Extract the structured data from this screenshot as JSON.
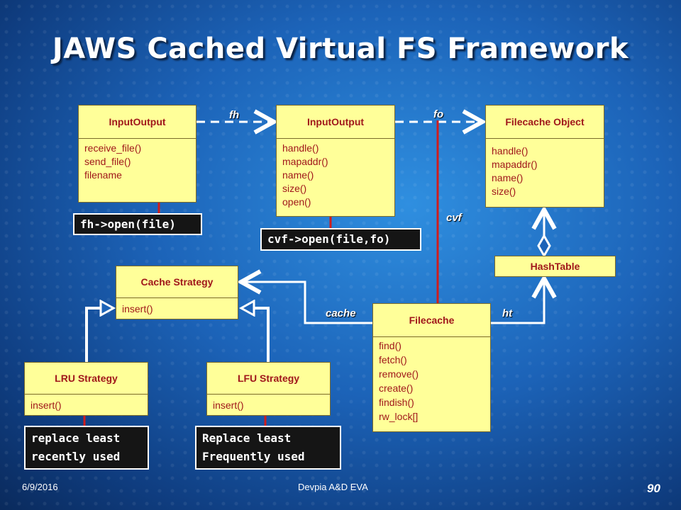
{
  "title": "JAWS Cached Virtual FS Framework",
  "colors": {
    "box_fill": "#ffff99",
    "box_text": "#a0171b",
    "connector": "#ffffff",
    "pointer_line": "#d01c1c",
    "note_bg": "#151515"
  },
  "classes": {
    "io_left": {
      "name": "InputOutput",
      "members": [
        "receive_file()",
        "send_file()",
        "",
        "filename"
      ]
    },
    "io_mid": {
      "name": "InputOutput",
      "members": [
        "handle()",
        "mapaddr()",
        "name()",
        "size()",
        "open()"
      ]
    },
    "filecache_object": {
      "name": "Filecache Object",
      "members": [
        "handle()",
        "mapaddr()",
        "name()",
        "size()"
      ]
    },
    "hashtable": {
      "name": "HashTable",
      "members": []
    },
    "cache_strategy": {
      "name": "Cache Strategy",
      "members": [
        "insert()"
      ]
    },
    "filecache": {
      "name": "Filecache",
      "members": [
        "find()",
        "fetch()",
        "remove()",
        "create()",
        "findish()",
        "",
        "rw_lock[]"
      ]
    },
    "lru": {
      "name": "LRU Strategy",
      "members": [
        "insert()"
      ]
    },
    "lfu": {
      "name": "LFU Strategy",
      "members": [
        "insert()"
      ]
    }
  },
  "notes": {
    "fh_open": [
      "fh->open(file)"
    ],
    "cvf_open": [
      "cvf->open(file,fo)"
    ],
    "lru_note": [
      "replace least",
      "recently used"
    ],
    "lfu_note": [
      "Replace least",
      "Frequently used"
    ]
  },
  "labels": {
    "fh": "fh",
    "fo": "fo",
    "cvf": "cvf",
    "cache": "cache",
    "ht": "ht"
  },
  "footer": {
    "date": "6/9/2016",
    "center": "Devpia A&D EVA",
    "page": "90"
  }
}
